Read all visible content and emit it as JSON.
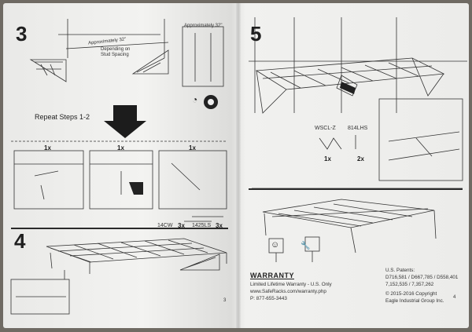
{
  "steps": {
    "s3": "3",
    "s4": "4",
    "s5": "5"
  },
  "step3": {
    "spacing_note": "Approximately 32\"",
    "stud_note_1": "Depending on",
    "stud_note_2": "Stud Spacing",
    "inset_note": "Approximately 32\"",
    "repeat": "Repeat Steps 1-2"
  },
  "quantities": {
    "q1": "1x",
    "q2": "1x",
    "q3": "1x",
    "screws_qty_a": "3x",
    "screws_qty_b": "3x",
    "wsclz_qty": "1x",
    "hs_qty": "2x"
  },
  "hardware": {
    "screw_a": "14CW",
    "screw_b": "1425LS",
    "clip": "WSCL-Z",
    "hook": "814LHS"
  },
  "warranty": {
    "title": "WARRANTY",
    "line1": "Limited Lifetime Warranty - U.S. Only",
    "line2": "www.SafeRacks.com/warranty.php",
    "line3": "P: 877-655-3443"
  },
  "patents": {
    "title": "U.S. Patents:",
    "line1": "D716,581 / D667,785 / D558,401",
    "line2": "7,152,535 / 7,357,262",
    "copyright1": "© 2015-2016 Copyright",
    "copyright2": "Eagle Industrial Group Inc."
  },
  "page_numbers": {
    "left": "3",
    "right": "4"
  },
  "icon_names": [
    "tape-measure-icon",
    "down-arrow-icon",
    "drill-icon",
    "wrench-icon",
    "cartoon-helper-icon"
  ]
}
